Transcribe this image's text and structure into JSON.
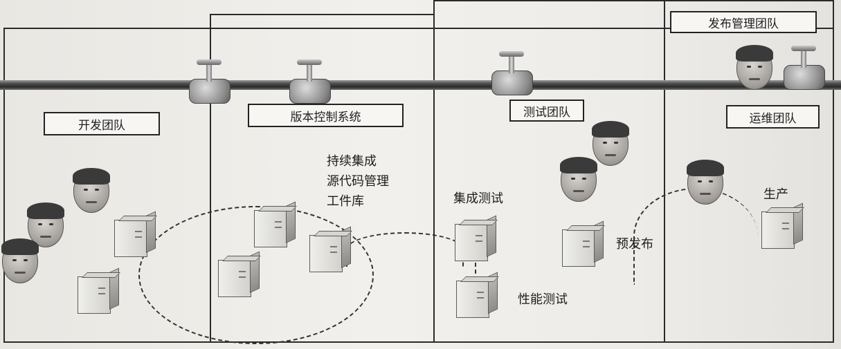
{
  "teams": {
    "dev": "开发团队",
    "vcs": "版本控制系统",
    "test": "测试团队",
    "release": "发布管理团队",
    "ops": "运维团队"
  },
  "vcs_services": [
    "持续集成",
    "源代码管理",
    "工件库"
  ],
  "stages": {
    "integration_test": "集成测试",
    "performance_test": "性能测试",
    "pre_release": "预发布",
    "production": "生产"
  }
}
